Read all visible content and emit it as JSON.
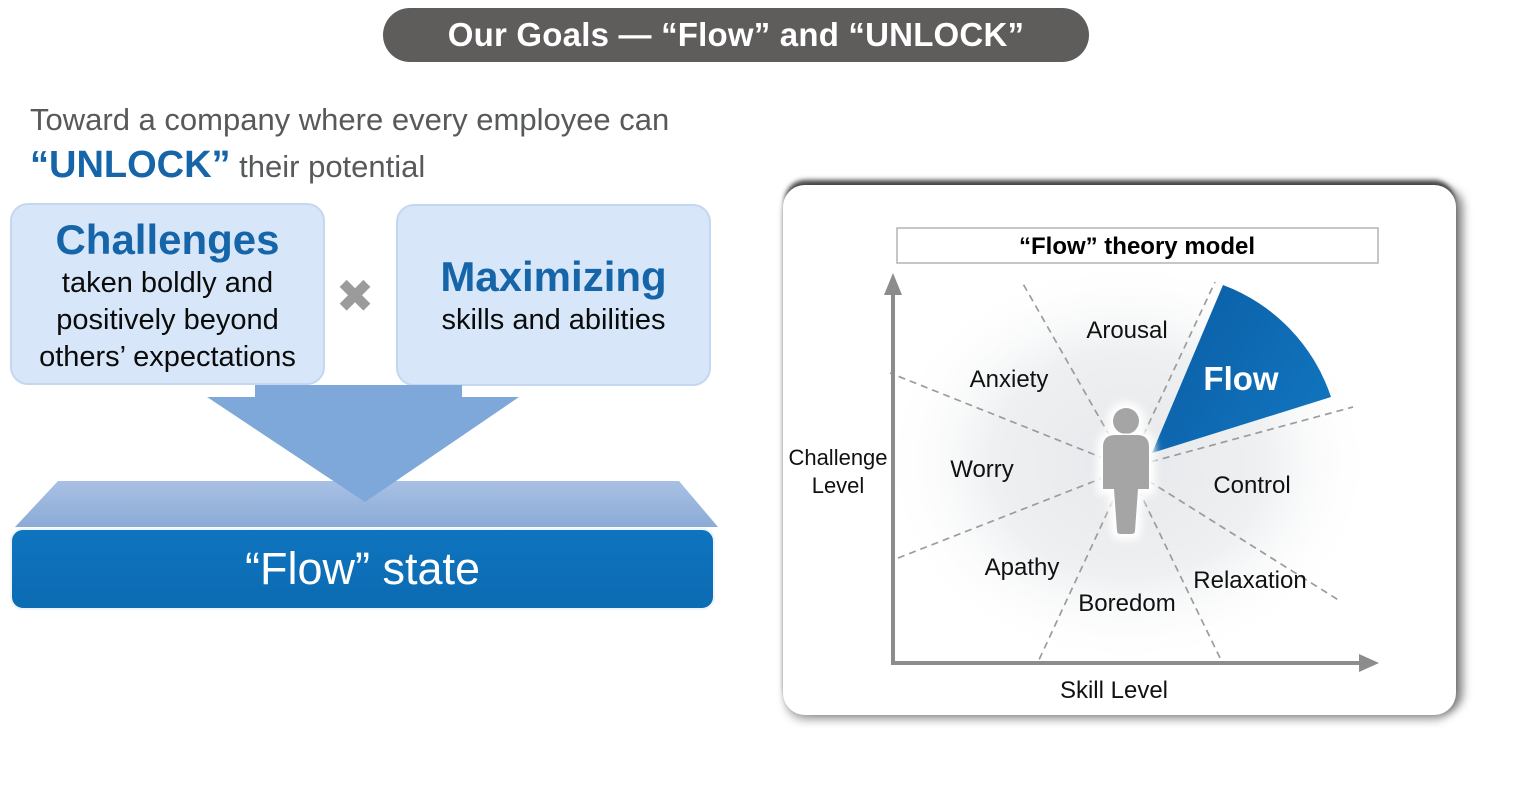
{
  "slide": {
    "title": "Our Goals — “Flow” and “UNLOCK”",
    "intro_line1": "Toward a company where every employee can",
    "intro_highlight": "“UNLOCK”",
    "intro_rest": " their potential",
    "multiply_sign": "✖",
    "flow_state_label": "“Flow” state"
  },
  "boxes": {
    "challenges": {
      "title": "Challenges",
      "body": [
        "taken boldly and",
        "positively beyond",
        "others’ expectations"
      ]
    },
    "maximizing": {
      "title": "Maximizing",
      "body": "skills and abilities"
    }
  },
  "chart": {
    "panel_title": "“Flow” theory model",
    "y_label_line1": "Challenge",
    "y_label_line2": "Level",
    "x_label": "Skill Level",
    "labels": {
      "arousal": "Arousal",
      "anxiety": "Anxiety",
      "worry": "Worry",
      "apathy": "Apathy",
      "boredom": "Boredom",
      "relaxation": "Relaxation",
      "control": "Control",
      "flow": "Flow"
    }
  },
  "colors": {
    "accent_blue": "#1565a8",
    "wedge_blue": "#0d6ab4",
    "factor_box_fill": "#d7e6f8",
    "arrow_blue": "#7fa8da",
    "pill_gray": "#5f5c5c",
    "flow_box_blue": "#0d70ba",
    "text_gray": "#58595b"
  }
}
